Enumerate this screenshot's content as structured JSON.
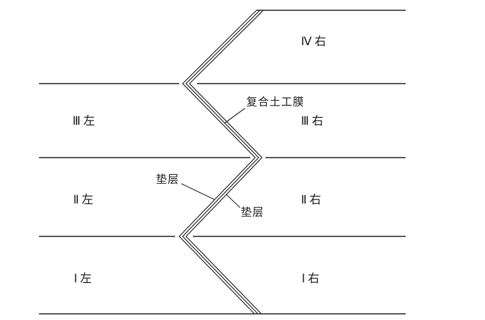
{
  "diagram": {
    "stage_labels": [
      {
        "id": "stage-iv-right",
        "text": "Ⅳ右"
      },
      {
        "id": "stage-iii-left",
        "text": "Ⅲ左"
      },
      {
        "id": "stage-iii-right",
        "text": "Ⅲ右"
      },
      {
        "id": "stage-ii-left",
        "text": "Ⅱ左"
      },
      {
        "id": "stage-ii-right",
        "text": "Ⅱ右"
      },
      {
        "id": "stage-i-left",
        "text": "Ⅰ左"
      },
      {
        "id": "stage-i-right",
        "text": "Ⅰ右"
      }
    ],
    "annotations": [
      {
        "id": "geomembrane",
        "text": "复合土工膜"
      },
      {
        "id": "cushion-upper",
        "text": "垫层"
      },
      {
        "id": "cushion-lower",
        "text": "垫层"
      }
    ],
    "colors": {
      "line": "#1c1c1c",
      "background": "#ffffff"
    }
  }
}
